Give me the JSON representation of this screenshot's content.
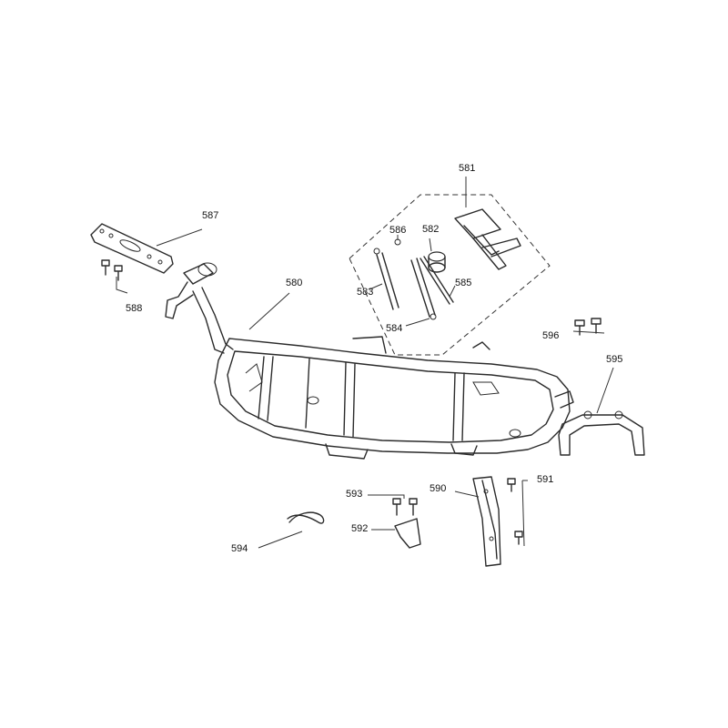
{
  "callouts": {
    "c580": "580",
    "c581": "581",
    "c582": "582",
    "c583": "583",
    "c584": "584",
    "c585": "585",
    "c586": "586",
    "c587": "587",
    "c588": "588",
    "c590": "590",
    "c591": "591",
    "c592": "592",
    "c593": "593",
    "c594": "594",
    "c595": "595",
    "c596": "596"
  }
}
